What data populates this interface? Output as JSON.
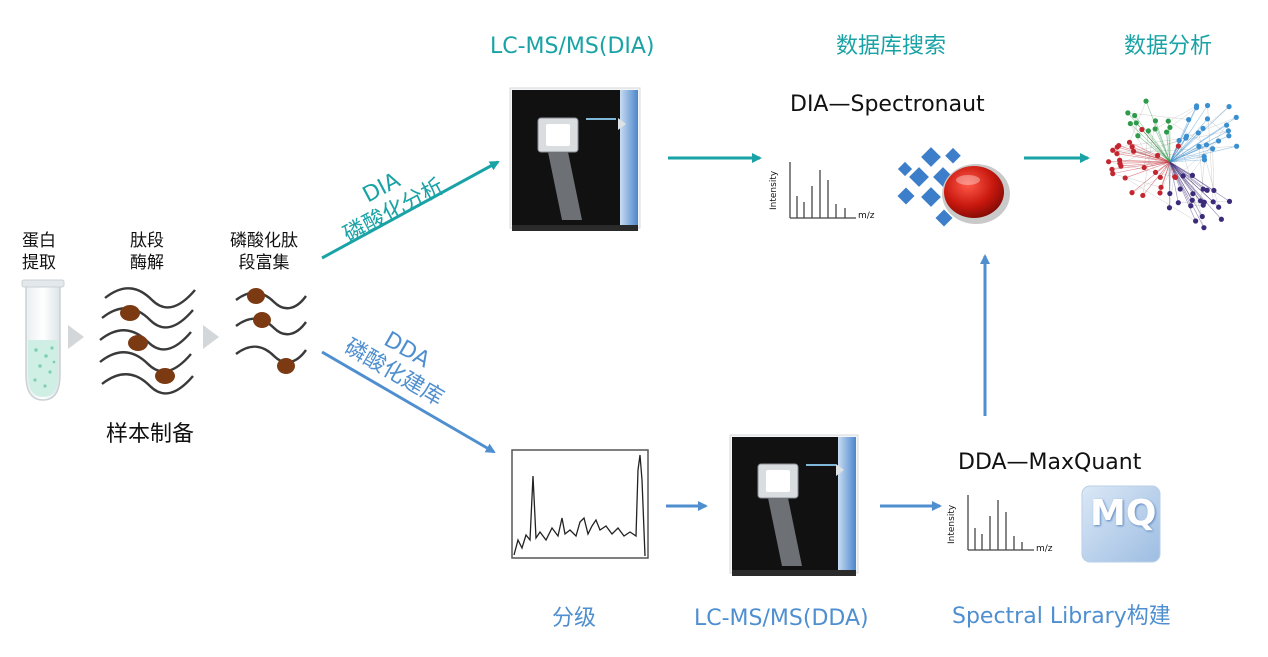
{
  "sample_prep": {
    "step1": [
      "蛋白",
      "提取"
    ],
    "step2": [
      "肽段",
      "酶解"
    ],
    "step3": [
      "磷酸化肽",
      "段富集"
    ],
    "caption": "样本制备"
  },
  "dia_branch": {
    "arrow_label": [
      "DIA",
      "磷酸化分析"
    ],
    "instrument_title": "LC-MS/MS(DIA)",
    "search_title": "数据库搜索",
    "software": "DIA—Spectronaut",
    "analysis_title": "数据分析"
  },
  "dda_branch": {
    "arrow_label": [
      "DDA",
      "磷酸化建库"
    ],
    "fractionation": "分级",
    "instrument_title": "LC-MS/MS(DDA)",
    "software": "DDA—MaxQuant",
    "library_title": "Spectral Library构建"
  },
  "spectrum": {
    "y_axis": "Intensity",
    "x_axis": "m/z"
  },
  "logo_text": "MQ",
  "colors": {
    "teal": "#1aa3a6",
    "blue": "#4f8fd0",
    "peptide": "#7b3a12"
  }
}
